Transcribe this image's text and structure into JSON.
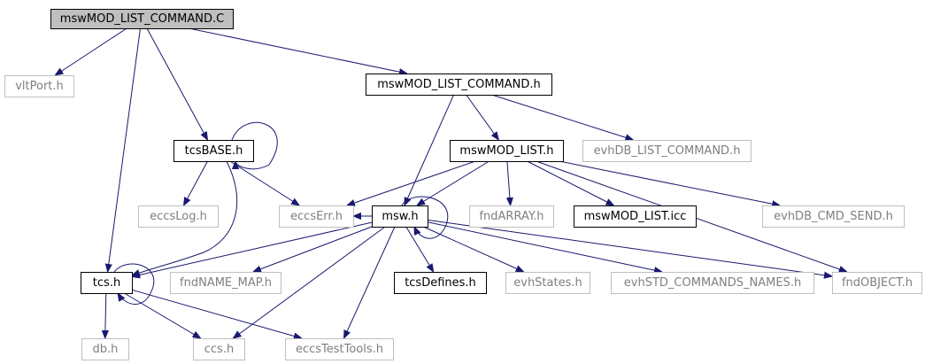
{
  "colors": {
    "edge": "#191970",
    "root_fill": "#bfbfbf",
    "node_fill": "#ffffff",
    "documented_border": "#000000",
    "external_border": "#bfbfbf",
    "documented_text": "#000000",
    "external_text": "#7f7f7f"
  },
  "nodes": [
    {
      "id": "root",
      "label": "mswMOD_LIST_COMMAND.C",
      "kind": "root"
    },
    {
      "id": "vltPort",
      "label": "vltPort.h",
      "kind": "external"
    },
    {
      "id": "mlc_h",
      "label": "mswMOD_LIST_COMMAND.h",
      "kind": "documented"
    },
    {
      "id": "tcsBASE",
      "label": "tcsBASE.h",
      "kind": "documented"
    },
    {
      "id": "mml_h",
      "label": "mswMOD_LIST.h",
      "kind": "documented"
    },
    {
      "id": "evhLC",
      "label": "evhDB_LIST_COMMAND.h",
      "kind": "external"
    },
    {
      "id": "eccsLog",
      "label": "eccsLog.h",
      "kind": "external"
    },
    {
      "id": "eccsErr",
      "label": "eccsErr.h",
      "kind": "external"
    },
    {
      "id": "msw",
      "label": "msw.h",
      "kind": "documented"
    },
    {
      "id": "fndARR",
      "label": "fndARRAY.h",
      "kind": "external"
    },
    {
      "id": "mmlicc",
      "label": "mswMOD_LIST.icc",
      "kind": "documented"
    },
    {
      "id": "evhCMD",
      "label": "evhDB_CMD_SEND.h",
      "kind": "external"
    },
    {
      "id": "tcs",
      "label": "tcs.h",
      "kind": "documented"
    },
    {
      "id": "fndNM",
      "label": "fndNAME_MAP.h",
      "kind": "external"
    },
    {
      "id": "tcsDef",
      "label": "tcsDefines.h",
      "kind": "documented"
    },
    {
      "id": "evhSt",
      "label": "evhStates.h",
      "kind": "external"
    },
    {
      "id": "evhSTD",
      "label": "evhSTD_COMMANDS_NAMES.h",
      "kind": "external"
    },
    {
      "id": "fndOBJ",
      "label": "fndOBJECT.h",
      "kind": "external"
    },
    {
      "id": "db",
      "label": "db.h",
      "kind": "external"
    },
    {
      "id": "ccs",
      "label": "ccs.h",
      "kind": "external"
    },
    {
      "id": "eccsTT",
      "label": "eccsTestTools.h",
      "kind": "external"
    }
  ],
  "edges": [
    [
      "root",
      "vltPort"
    ],
    [
      "root",
      "mlc_h"
    ],
    [
      "root",
      "tcsBASE"
    ],
    [
      "root",
      "tcs"
    ],
    [
      "mlc_h",
      "mml_h"
    ],
    [
      "mlc_h",
      "evhLC"
    ],
    [
      "mlc_h",
      "msw"
    ],
    [
      "tcsBASE",
      "tcsBASE"
    ],
    [
      "tcsBASE",
      "eccsLog"
    ],
    [
      "tcsBASE",
      "eccsErr"
    ],
    [
      "tcsBASE",
      "tcs"
    ],
    [
      "mml_h",
      "eccsErr"
    ],
    [
      "mml_h",
      "msw"
    ],
    [
      "mml_h",
      "fndARR"
    ],
    [
      "mml_h",
      "mmlicc"
    ],
    [
      "mml_h",
      "evhCMD"
    ],
    [
      "mml_h",
      "fndOBJ"
    ],
    [
      "msw",
      "msw"
    ],
    [
      "msw",
      "eccsErr"
    ],
    [
      "msw",
      "tcs"
    ],
    [
      "msw",
      "fndNM"
    ],
    [
      "msw",
      "tcsDef"
    ],
    [
      "msw",
      "evhSt"
    ],
    [
      "msw",
      "evhSTD"
    ],
    [
      "msw",
      "fndOBJ"
    ],
    [
      "msw",
      "ccs"
    ],
    [
      "msw",
      "eccsTT"
    ],
    [
      "tcs",
      "tcs"
    ],
    [
      "tcs",
      "db"
    ],
    [
      "tcs",
      "ccs"
    ],
    [
      "tcs",
      "eccsTT"
    ]
  ]
}
